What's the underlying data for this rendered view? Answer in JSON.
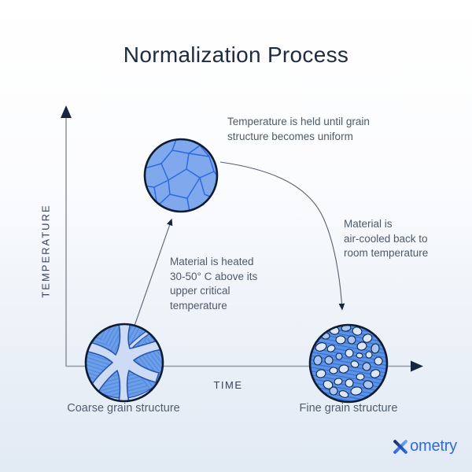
{
  "title": "Normalization Process",
  "axes": {
    "y_label": "TEMPERATURE",
    "x_label": "TIME"
  },
  "annotations": {
    "hold": "Temperature is held until grain\nstructure becomes uniform",
    "cool": "Material is\nair-cooled back to\nroom temperature",
    "heat": "Material is heated\n30-50° C above its\nupper critical\ntemperature"
  },
  "captions": {
    "coarse": "Coarse grain structure",
    "fine": "Fine grain structure"
  },
  "logo": {
    "brand": "Xometry",
    "wordmark": "ometry"
  },
  "colors": {
    "title_text": "#1e2c40",
    "annotation_text": "#4e5a68",
    "axis_line": "#9199a3",
    "arrowhead": "#16263f",
    "grain_fill_medium": "#7fa9ec",
    "grain_cell_line": "#2d69e2",
    "grain_fill_deep": "#6b9fe8",
    "grain_vein_light": "#cddcf4",
    "grain_vein_outline": "#2a55b0",
    "fine_bg": "#5b93e8",
    "pebble_light": "#dbe7f8",
    "pebble_medium": "#a9c6f1",
    "circle_outline": "#0e1c33",
    "logo_blue": "#2e6ade",
    "logo_navy": "#1b2f6e",
    "background_bottom": "#e2eaf4"
  }
}
